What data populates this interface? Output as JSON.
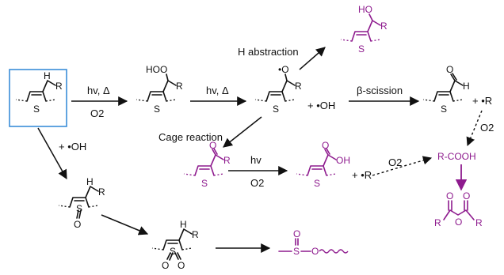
{
  "labels": {
    "hv_delta_1": "hv, Δ",
    "o2_1": "O2",
    "hv_delta_2": "hv, Δ",
    "h_abstraction": "H abstraction",
    "beta_scission": "β-scission",
    "cage_reaction": "Cage reaction",
    "hv_3": "hv",
    "o2_3": "O2",
    "plus_oh_side": "+ •OH",
    "plus_oh_mid": "+ •OH",
    "plus_r_top": "+ •R",
    "o2_right": "O2",
    "plus_r_mid": "+ •R",
    "o2_mid": "O2"
  },
  "atoms": {
    "thiophene_s": "S",
    "h": "H",
    "r": "R",
    "ooh": "HOO",
    "o_radical": "•O",
    "ho": "HO",
    "o": "O",
    "oh": "OH",
    "r_cooh": "R-COOH",
    "s_o": "S",
    "o_sulfoxide": "O",
    "o1_sulfone": "O",
    "o2_sulfone": "O"
  },
  "colors": {
    "black": "#111111",
    "purple": "#8e1b8e",
    "box_blue": "#3a8ed8"
  }
}
